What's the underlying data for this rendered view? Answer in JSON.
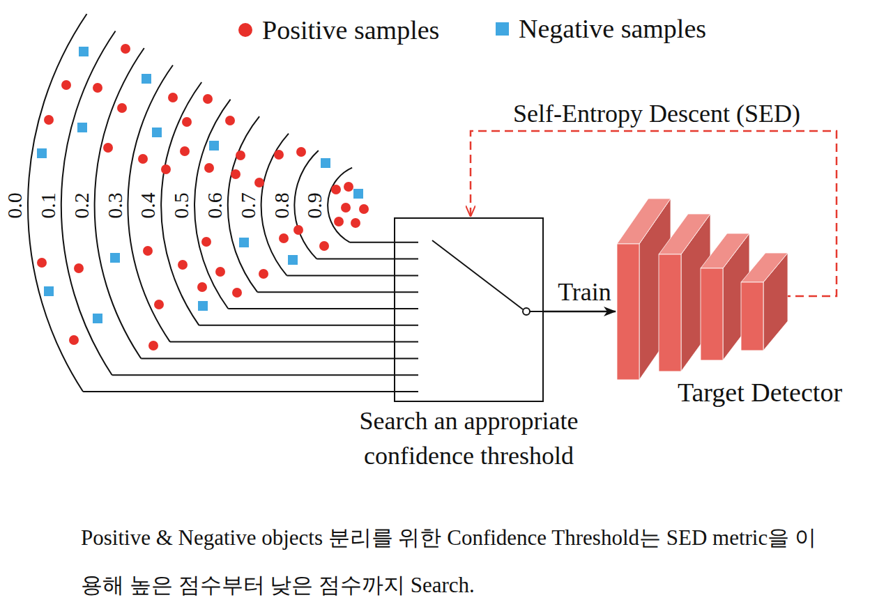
{
  "diagram": {
    "caption": "Positive & Negative objects 분리를 위한 Confidence Threshold는 SED metric을 이용해 높은 점수부터 낮은 점수까지 Search.",
    "nodes": [
      {
        "text": [
          "Search an appropriate confidence threshold"
        ]
      },
      {
        "text": [
          "Target Detector"
        ]
      }
    ],
    "edges": [
      {
        "from": 0,
        "to": 1,
        "arrow": "to",
        "label": "Train"
      },
      {
        "from": 1,
        "to": 0,
        "arrow": "to",
        "label": "Self-Entropy Descent (SED)"
      }
    ],
    "labels": [
      "0.0",
      "0.1",
      "0.2",
      "0.3",
      "0.4",
      "0.5",
      "0.6",
      "0.7",
      "0.8",
      "0.9"
    ],
    "legend": [
      {
        "text": "Positive samples",
        "color": "#e8302a"
      },
      {
        "text": "Negative samples",
        "color": "#41a7e1"
      }
    ]
  }
}
